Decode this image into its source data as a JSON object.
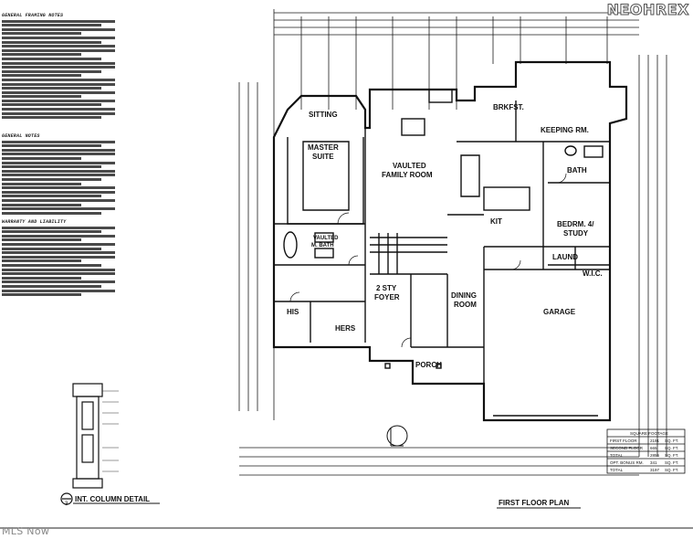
{
  "watermark": "NEOHREX",
  "footer_logo": "MLS Now",
  "notes": {
    "general_framing_title": "GENERAL FRAMING NOTES",
    "general_notes_title": "GENERAL NOTES",
    "warranty_title": "WARRANTY AND LIABILITY"
  },
  "rooms": {
    "sitting": "SITTING",
    "master_suite_1": "MASTER",
    "master_suite_2": "SUITE",
    "vaulted_family_1": "VAULTED",
    "vaulted_family_2": "FAMILY ROOM",
    "brkfst": "BRKFST.",
    "keeping_rm": "KEEPING RM.",
    "bath": "BATH",
    "kit": "KIT",
    "bedrm_1": "BEDRM. 4/",
    "bedrm_2": "STUDY",
    "laund": "LAUND",
    "wic": "W.I.C.",
    "vaulted_bath_1": "VAULTED",
    "vaulted_bath_2": "M. BATH",
    "foyer_1": "2 STY",
    "foyer_2": "FOYER",
    "dining_1": "DINING",
    "dining_2": "ROOM",
    "his": "HIS",
    "hers": "HERS",
    "garage": "GARAGE",
    "porch": "PORCH"
  },
  "detail_title": "INT. COLUMN DETAIL",
  "detail_number": "3",
  "plan_title": "FIRST FLOOR PLAN",
  "square_footage": {
    "title": "SQUARE FOOTAGE",
    "rows": [
      {
        "label": "FIRST FLOOR",
        "value": "2191",
        "unit": "SQ. FT."
      },
      {
        "label": "SECOND FLOOR",
        "value": "665",
        "unit": "SQ. FT."
      },
      {
        "label": "TOTAL",
        "value": "2856",
        "unit": "SQ. FT."
      },
      {
        "label": "OPT. BONUS RM.",
        "value": "341",
        "unit": "SQ. FT."
      },
      {
        "label": "TOTAL",
        "value": "3197",
        "unit": "SQ. FT."
      }
    ]
  },
  "colors": {
    "line": "#1a1a1a",
    "dim": "#333333",
    "watermark_stroke": "#555555"
  }
}
